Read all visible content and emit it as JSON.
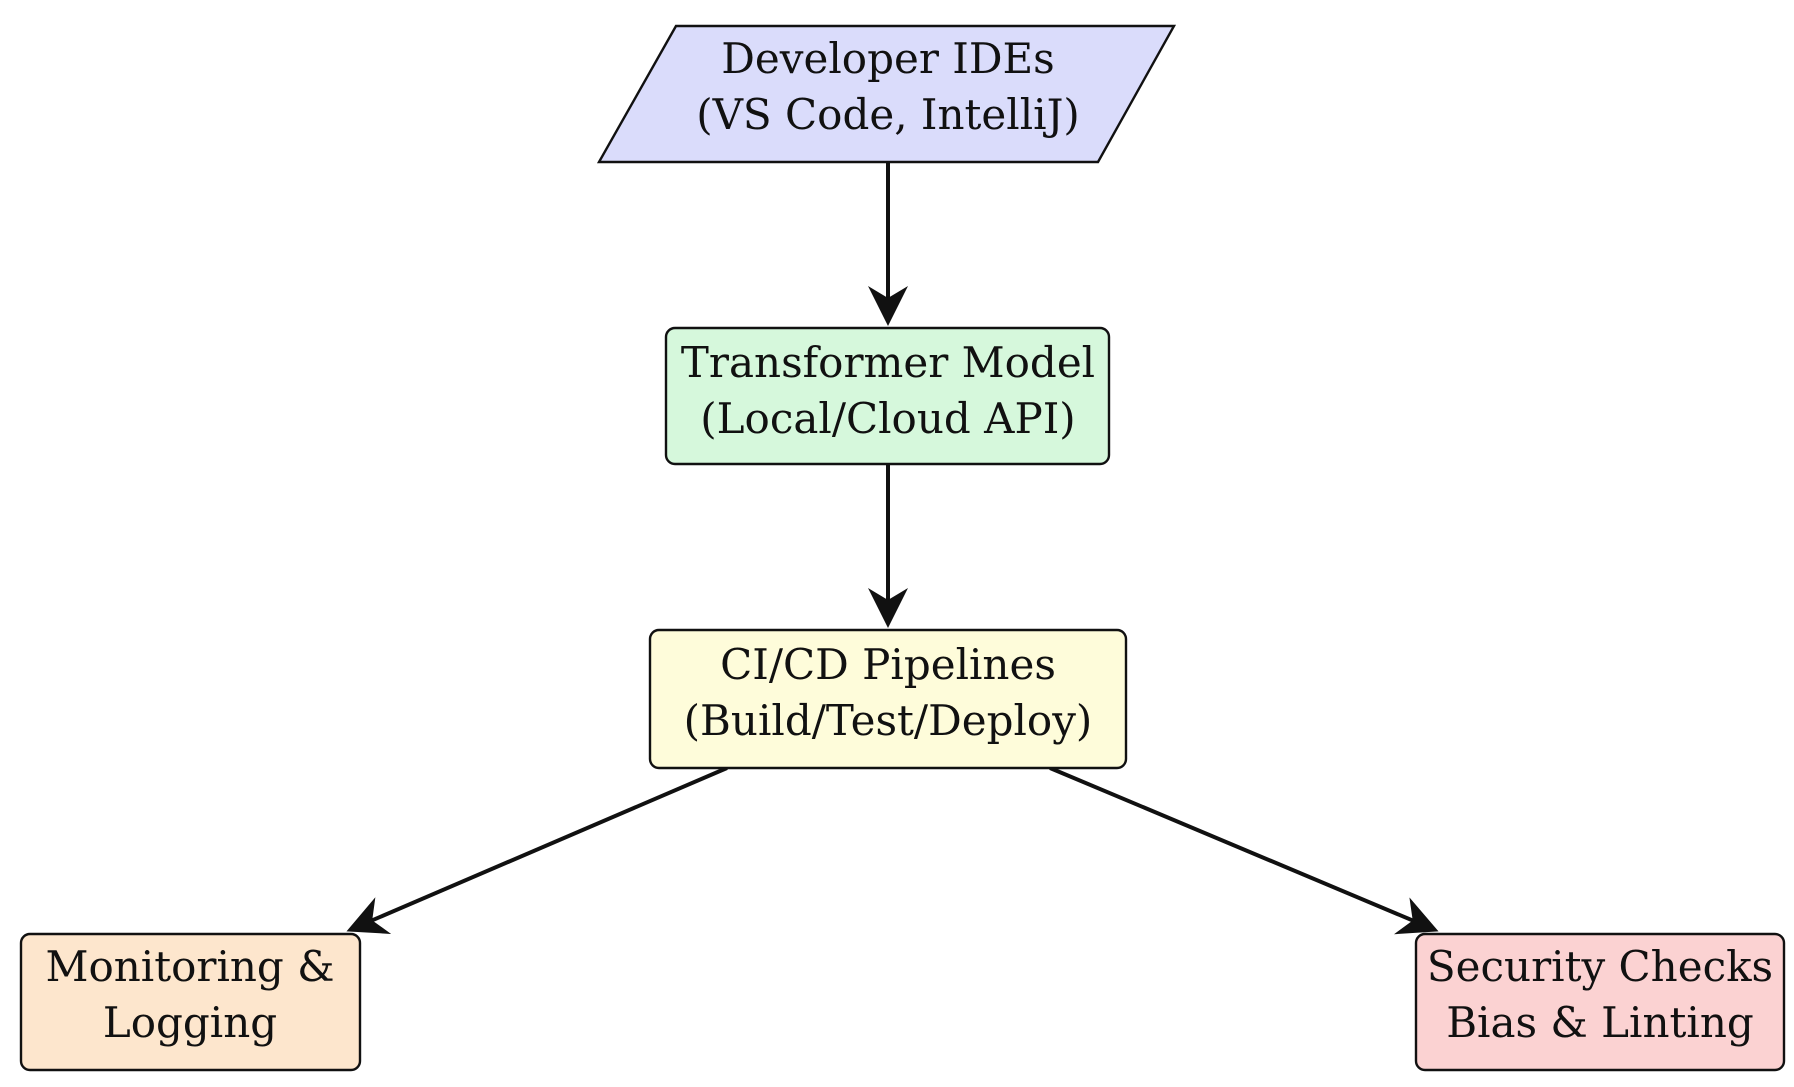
{
  "nodes": [
    {
      "id": "ides",
      "shape": "parallelogram",
      "color": "#dadcfb",
      "lines": [
        "Developer IDEs",
        "(VS Code, IntelliJ)"
      ]
    },
    {
      "id": "model",
      "shape": "rounded-rect",
      "color": "#d6f8dc",
      "lines": [
        "Transformer Model",
        "(Local/Cloud API)"
      ]
    },
    {
      "id": "cicd",
      "shape": "rounded-rect",
      "color": "#fefcda",
      "lines": [
        "CI/CD Pipelines",
        "(Build/Test/Deploy)"
      ]
    },
    {
      "id": "monitoring",
      "shape": "rounded-rect",
      "color": "#fde6cd",
      "lines": [
        "Monitoring &",
        "Logging"
      ]
    },
    {
      "id": "security",
      "shape": "rounded-rect",
      "color": "#fbd2d2",
      "lines": [
        "Security Checks",
        "Bias & Linting"
      ]
    }
  ],
  "edges": [
    {
      "from": "ides",
      "to": "model"
    },
    {
      "from": "model",
      "to": "cicd"
    },
    {
      "from": "cicd",
      "to": "monitoring"
    },
    {
      "from": "cicd",
      "to": "security"
    }
  ]
}
